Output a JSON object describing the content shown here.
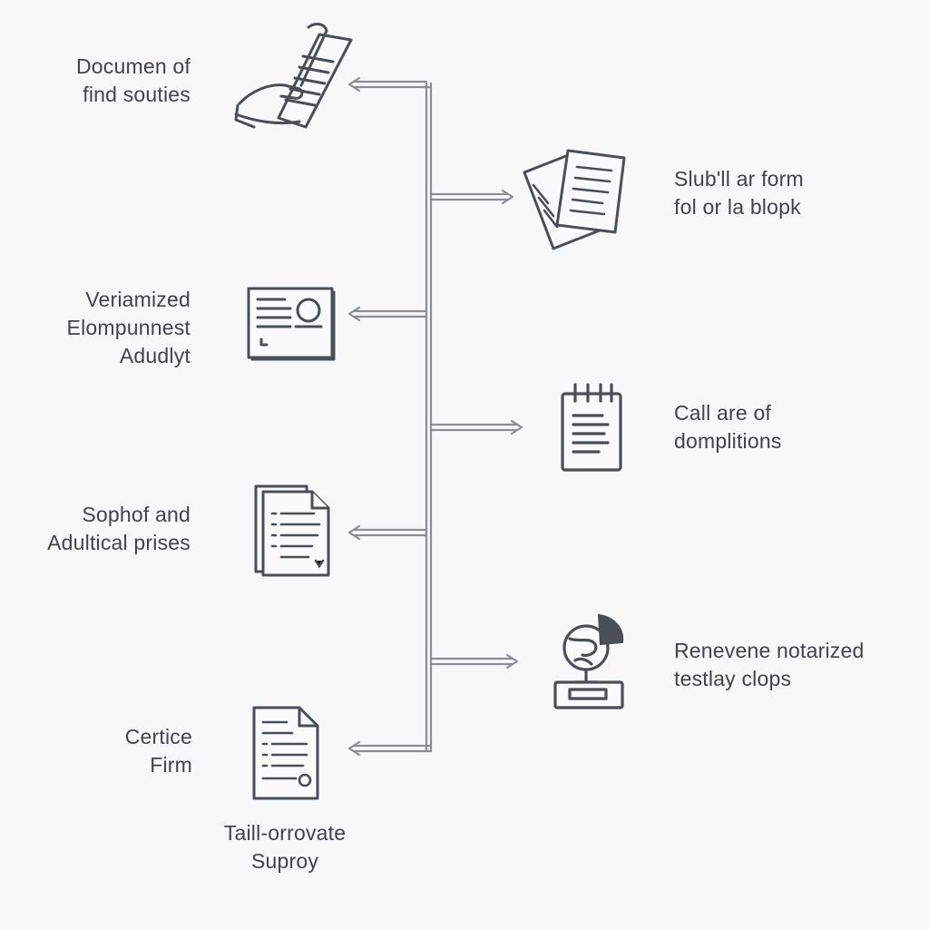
{
  "left_nodes": [
    {
      "lines": [
        "Documen of",
        "find souties"
      ],
      "icon": "document-hand-icon"
    },
    {
      "lines": [
        "Veriamized",
        "Elompunnest",
        "Adudlyt"
      ],
      "icon": "certificate-card-icon"
    },
    {
      "lines": [
        "Sophof and",
        "Adultical prises"
      ],
      "icon": "stacked-document-icon"
    },
    {
      "lines": [
        "Certice",
        "Firm"
      ],
      "icon": "page-with-seal-icon"
    }
  ],
  "right_nodes": [
    {
      "lines": [
        "Slub'll ar form",
        "fol or la blopk"
      ],
      "icon": "two-papers-icon"
    },
    {
      "lines": [
        "Call are of",
        "domplitions"
      ],
      "icon": "notepad-icon"
    },
    {
      "lines": [
        "Renevene notarized",
        "testlay clops"
      ],
      "icon": "notary-stamp-icon"
    }
  ],
  "footer": {
    "lines": [
      "Taill-orrovate",
      "Suproy"
    ]
  },
  "colors": {
    "stroke": "#4a4f55",
    "line": "#8a8e93",
    "text": "#3f444a",
    "background": "#f8f8f8"
  }
}
